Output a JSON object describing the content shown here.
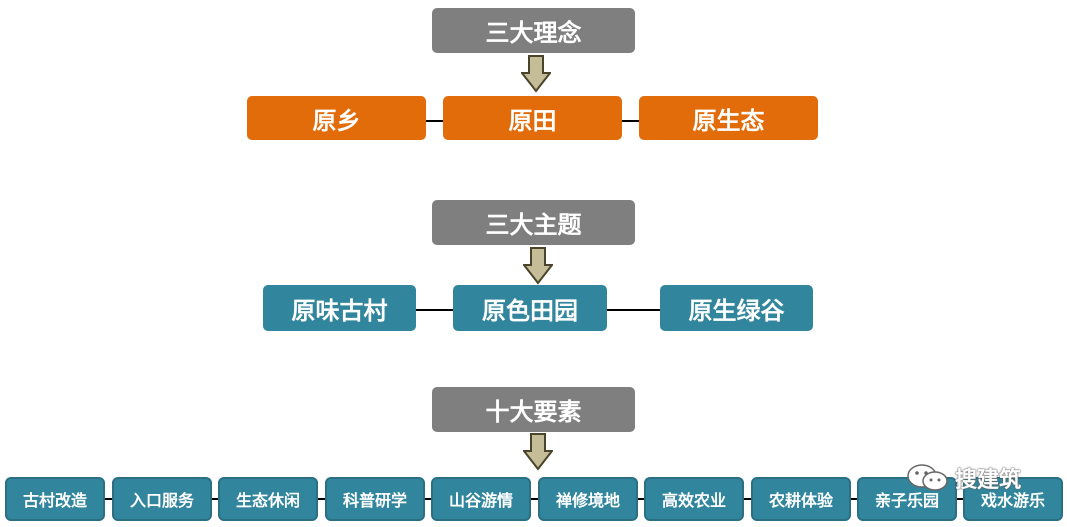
{
  "sections": [
    {
      "header": "三大理念",
      "items": [
        "原乡",
        "原田",
        "原生态"
      ]
    },
    {
      "header": "三大主题",
      "items": [
        "原味古村",
        "原色田园",
        "原生绿谷"
      ]
    },
    {
      "header": "十大要素",
      "items": [
        "古村改造",
        "入口服务",
        "生态休闲",
        "科普研学",
        "山谷游情",
        "禅修境地",
        "高效农业",
        "农耕体验",
        "亲子乐园",
        "戏水游乐"
      ]
    }
  ],
  "watermark": {
    "text": "搜建筑",
    "icon": "wechat-icon"
  },
  "colors": {
    "header": "#7f7f7f",
    "concept": "#e36c0a",
    "theme": "#31859c",
    "element": "#31859c",
    "arrow_fill": "#c4bd97",
    "arrow_stroke": "#4a452a"
  }
}
